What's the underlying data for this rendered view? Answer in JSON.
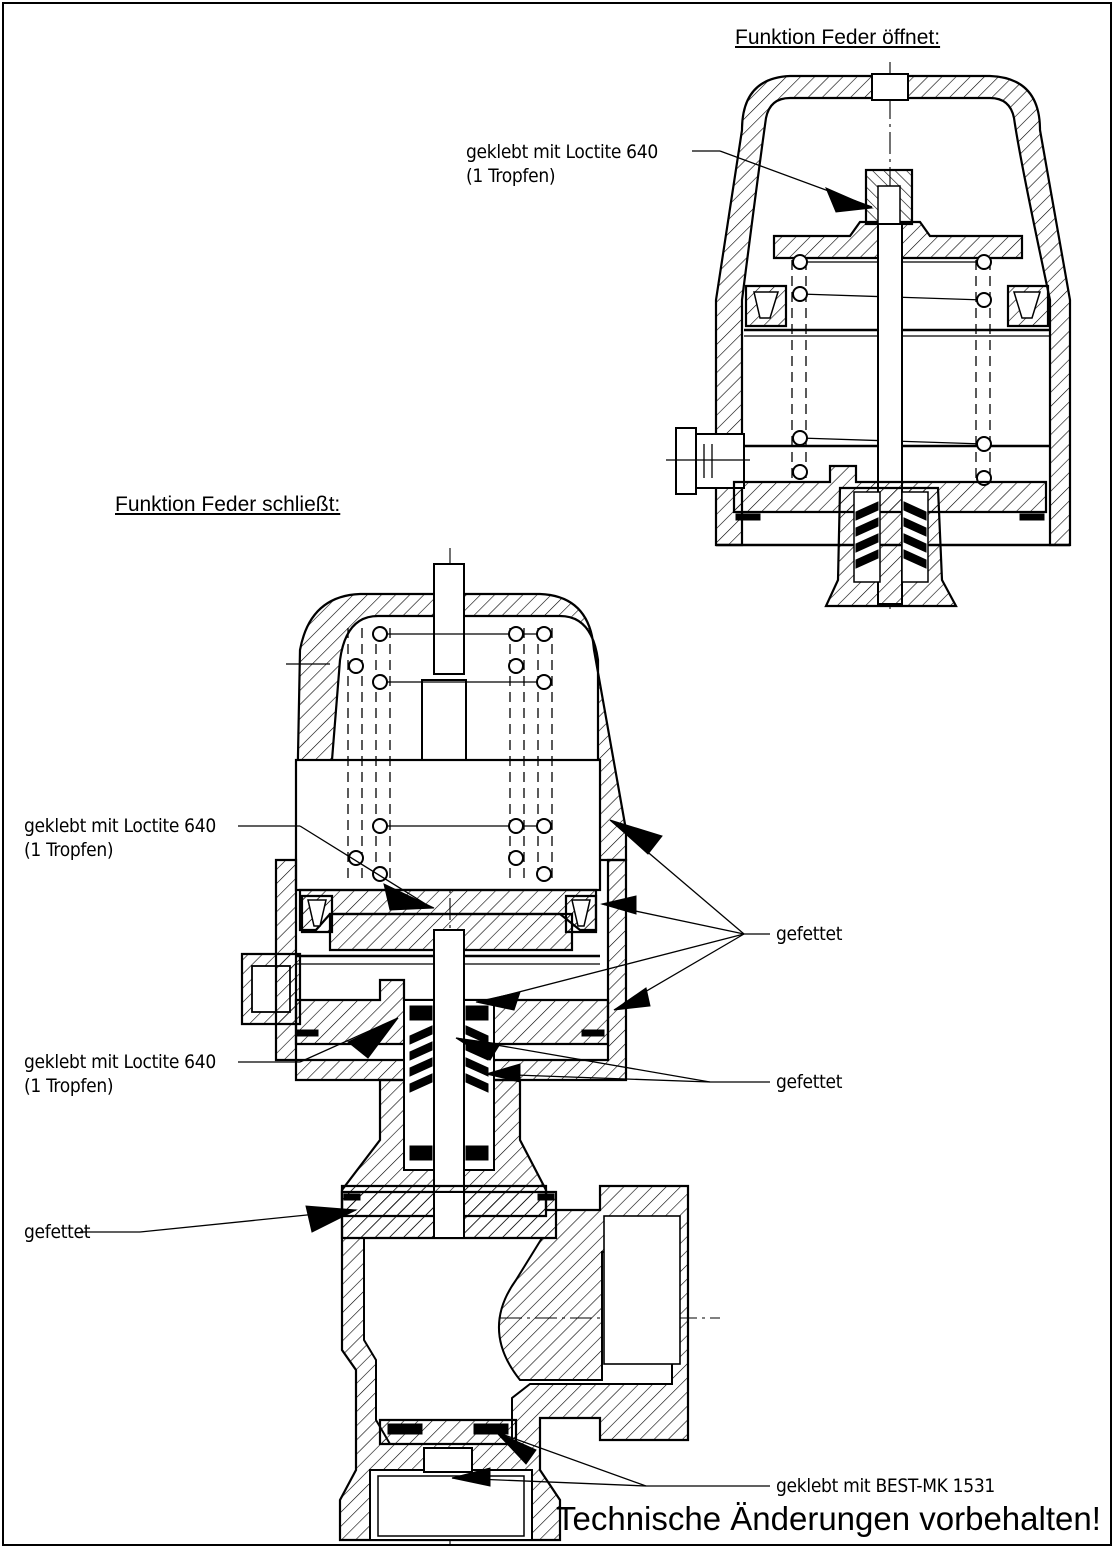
{
  "headings": {
    "spring_opens": "Funktion Feder öffnet:",
    "spring_closes": "Funktion Feder schließt:"
  },
  "notes": {
    "glued_loctite_line1": "geklebt mit Loctite 640",
    "glued_loctite_line2": "(1 Tropfen)",
    "greased": "gefettet",
    "glued_best": "geklebt mit BEST-MK 1531"
  },
  "footer": {
    "disclaimer": "Technische Änderungen vorbehalten!"
  }
}
